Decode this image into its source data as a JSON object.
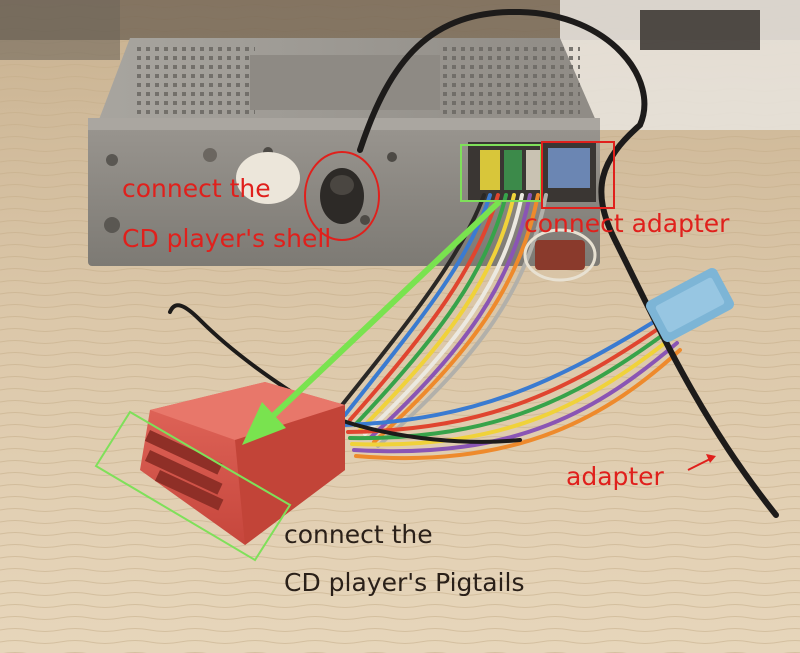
{
  "annotations": {
    "shell_line1": "connect the",
    "shell_line2": "CD player's shell",
    "connect_adapter": "connect adapter",
    "adapter": "adapter",
    "pigtails_line1": "connect the",
    "pigtails_line2": "CD player's Pigtails"
  },
  "colors": {
    "annotation_red": "#e0201c",
    "annotation_dark": "#2a2019",
    "highlight_green": "#7fe05a",
    "connector_red": "#d9574c",
    "connector_blue": "#7db5d6"
  }
}
